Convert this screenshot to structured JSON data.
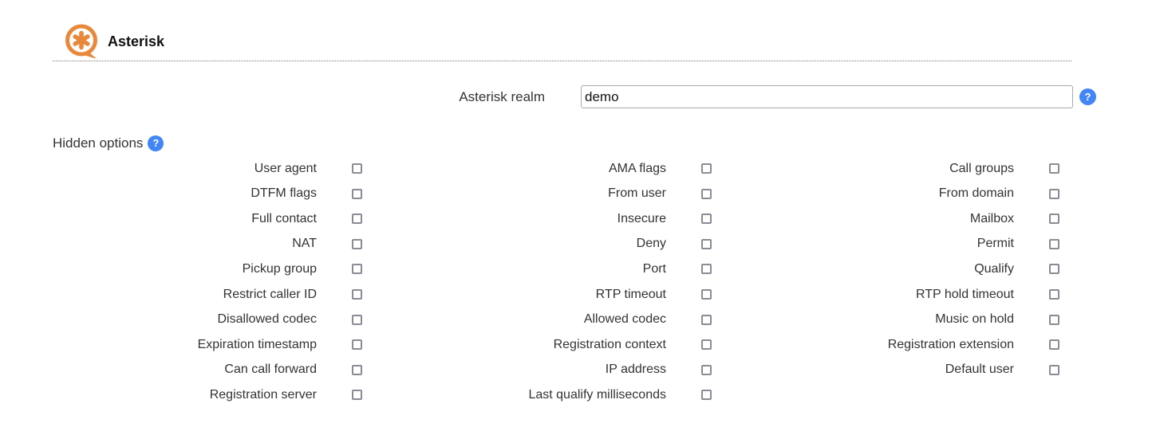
{
  "header": {
    "title": "Asterisk"
  },
  "realm": {
    "label": "Asterisk realm",
    "value": "demo"
  },
  "help": {
    "glyph": "?"
  },
  "hidden_options": {
    "label": "Hidden options",
    "checkbox_state": "unchecked",
    "columns": [
      {
        "items": [
          "User agent",
          "DTFM flags",
          "Full contact",
          "NAT",
          "Pickup group",
          "Restrict caller ID",
          "Disallowed codec",
          "Expiration timestamp",
          "Can call forward",
          "Registration server"
        ]
      },
      {
        "items": [
          "AMA flags",
          "From user",
          "Insecure",
          "Deny",
          "Port",
          "RTP timeout",
          "Allowed codec",
          "Registration context",
          "IP address",
          "Last qualify milliseconds"
        ]
      },
      {
        "items": [
          "Call groups",
          "From domain",
          "Mailbox",
          "Permit",
          "Qualify",
          "RTP hold timeout",
          "Music on hold",
          "Registration extension",
          "Default user"
        ]
      }
    ]
  },
  "colors": {
    "brand_orange": "#E8883B",
    "help_blue": "#4285F4",
    "checkbox_border": "#8B8B98"
  }
}
